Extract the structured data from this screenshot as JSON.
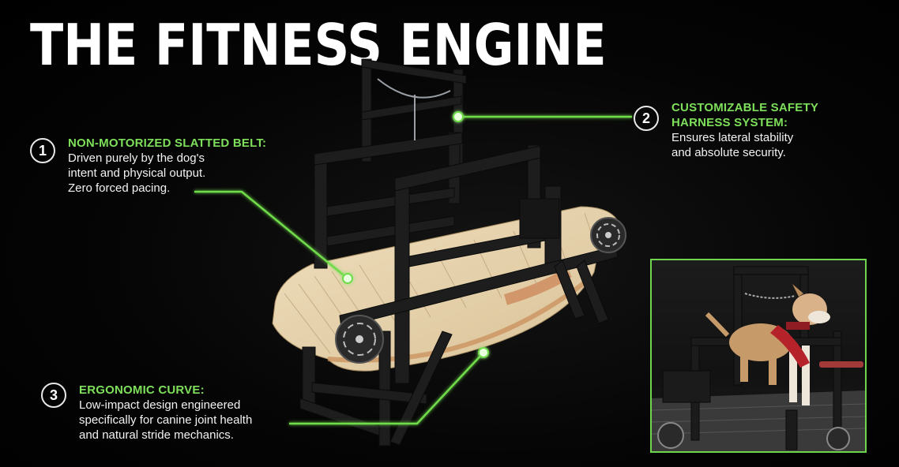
{
  "title": "THE FITNESS ENGINE",
  "callouts": [
    {
      "number": "1",
      "heading": "NON-MOTORIZED SLATTED BELT:",
      "body": "Driven purely by the dog's\nintent and physical output.\nZero forced pacing."
    },
    {
      "number": "2",
      "heading_line1": "CUSTOMIZABLE SAFETY",
      "heading_line2": "HARNESS SYSTEM:",
      "body": "Ensures lateral stability\nand absolute security."
    },
    {
      "number": "3",
      "heading": "ERGONOMIC CURVE:",
      "body": "Low-impact design engineered\nspecifically for canine joint health\nand natural stride mechanics."
    }
  ],
  "colors": {
    "accent": "#7ee05a",
    "background": "#000000",
    "frame": "#1a1a1a",
    "wood": "#e6d2ac"
  },
  "images": {
    "main": "dog-treadmill-product-photo",
    "inset": "dog-on-treadmill-photo"
  }
}
